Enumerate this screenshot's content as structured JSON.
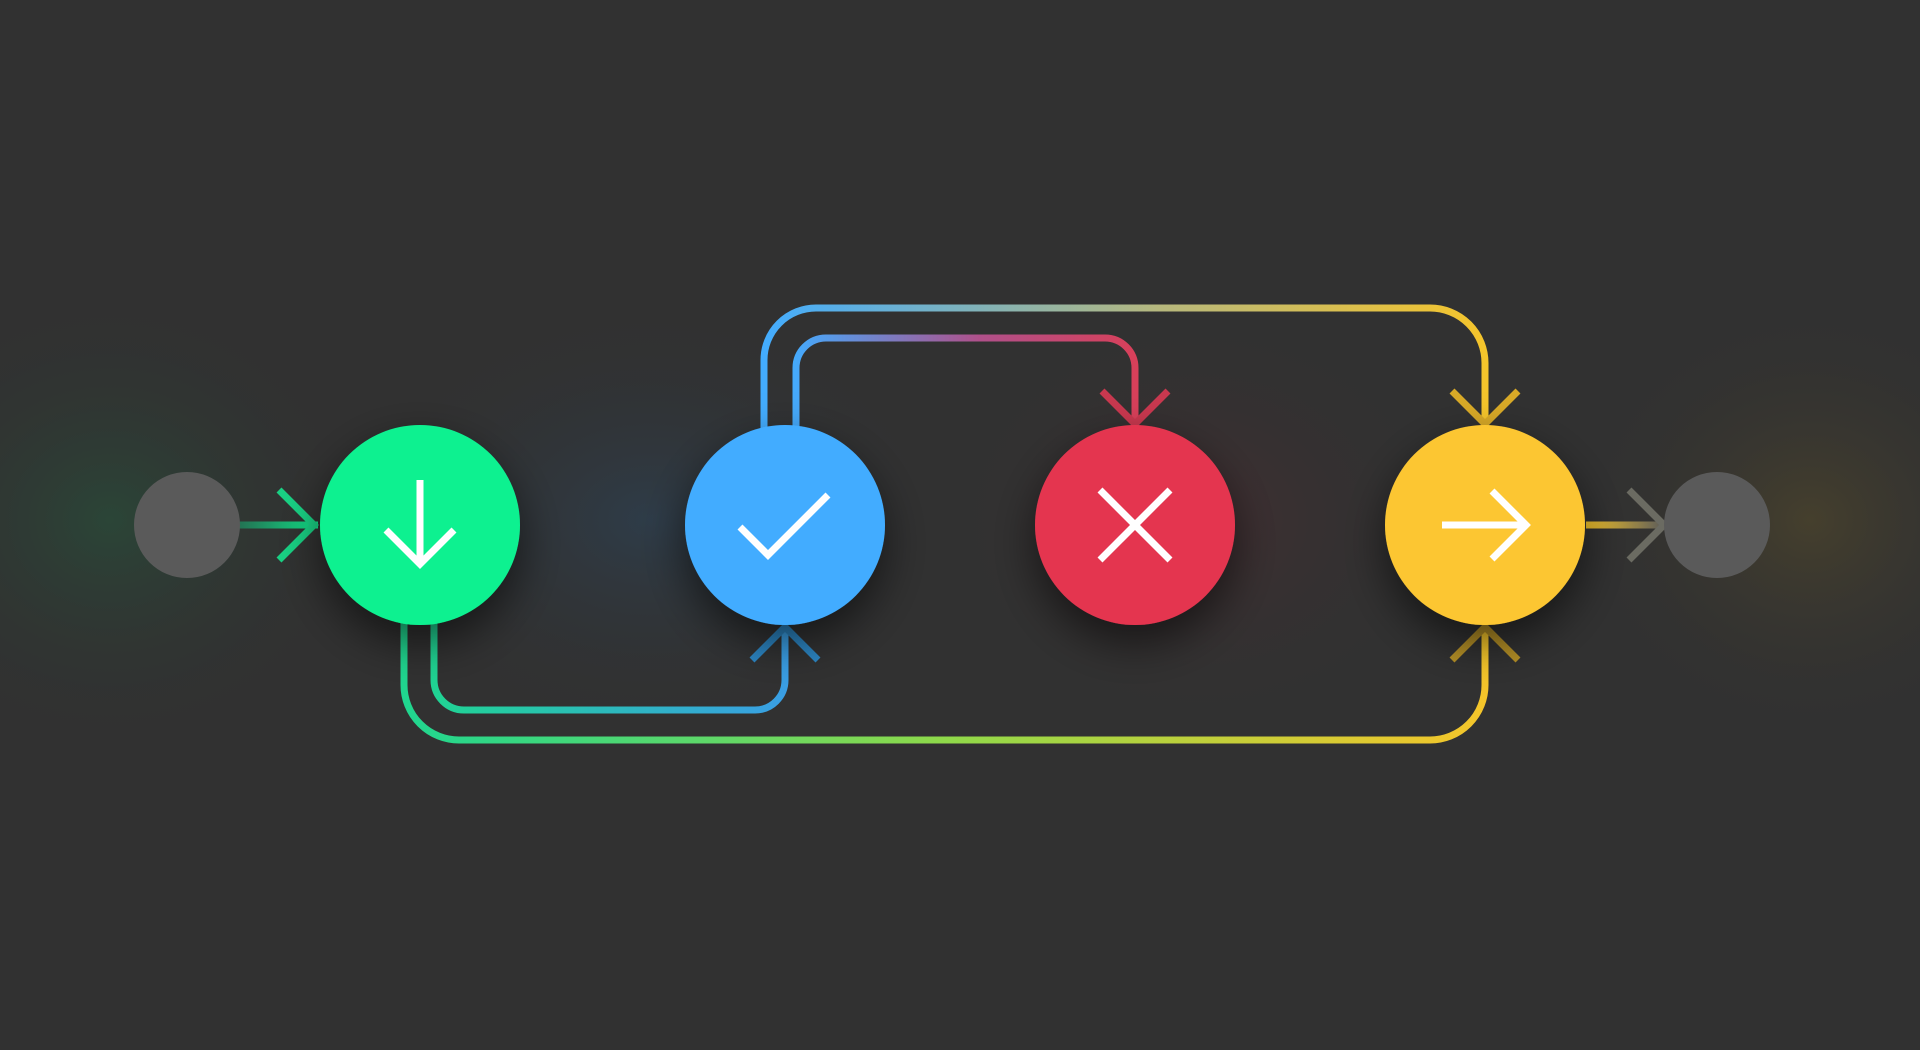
{
  "diagram": {
    "type": "state-flow",
    "background": "#313131",
    "nodes": [
      {
        "id": "start",
        "role": "terminal",
        "icon": "none",
        "color": "#5a5a5a"
      },
      {
        "id": "download",
        "role": "state",
        "icon": "arrow-down-icon",
        "color": "#0ff190"
      },
      {
        "id": "approve",
        "role": "state",
        "icon": "checkmark-icon",
        "color": "#42acff"
      },
      {
        "id": "reject",
        "role": "state",
        "icon": "close-icon",
        "color": "#e4364f"
      },
      {
        "id": "next",
        "role": "state",
        "icon": "arrow-right-icon",
        "color": "#fcc632"
      },
      {
        "id": "end",
        "role": "terminal",
        "icon": "none",
        "color": "#5a5a5a"
      }
    ],
    "edges": [
      {
        "from": "start",
        "to": "download",
        "colors": [
          "#1b9e6a",
          "#0ff190"
        ]
      },
      {
        "from": "download",
        "to": "approve",
        "colors": [
          "#1fd690",
          "#3a9ee6"
        ]
      },
      {
        "from": "download",
        "to": "next",
        "colors": [
          "#1fd690",
          "#8fd94a",
          "#f6c52a"
        ]
      },
      {
        "from": "approve",
        "to": "reject",
        "colors": [
          "#42acff",
          "#d8405a"
        ]
      },
      {
        "from": "approve",
        "to": "next",
        "colors": [
          "#42acff",
          "#f6c52a"
        ]
      },
      {
        "from": "next",
        "to": "end",
        "colors": [
          "#f6c52a",
          "#5a5a5a"
        ]
      }
    ]
  }
}
